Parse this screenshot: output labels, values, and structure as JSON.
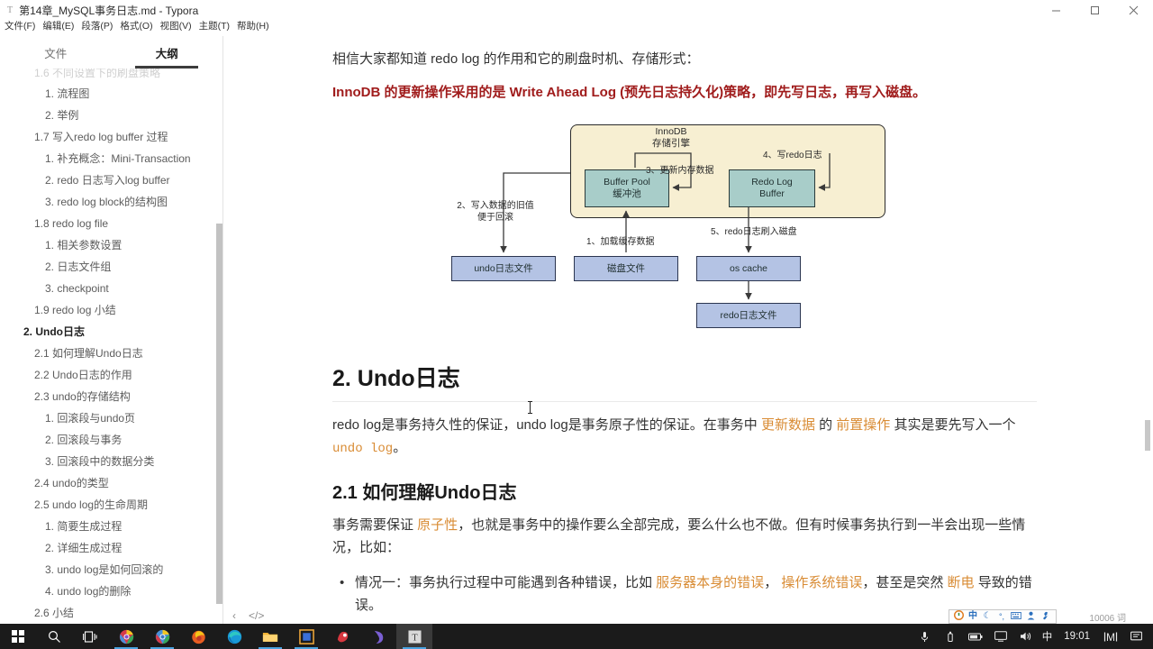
{
  "window": {
    "app_icon": "typora-logo-icon",
    "title": "第14章_MySQL事务日志.md - Typora",
    "minimize": "minimize-icon",
    "maximize": "maximize-icon",
    "close": "close-icon"
  },
  "menubar": {
    "items": [
      {
        "label": "文件(F)"
      },
      {
        "label": "编辑(E)"
      },
      {
        "label": "段落(P)"
      },
      {
        "label": "格式(O)"
      },
      {
        "label": "视图(V)"
      },
      {
        "label": "主题(T)"
      },
      {
        "label": "帮助(H)"
      }
    ]
  },
  "sidebar": {
    "tabs": [
      {
        "label": "文件",
        "active": false
      },
      {
        "label": "大纲",
        "active": true
      }
    ],
    "outline": [
      {
        "label": "1.6 不同设置下的刷盘策略",
        "level": 1,
        "bold": false,
        "clipped": true
      },
      {
        "label": "1. 流程图",
        "level": 2,
        "bold": false
      },
      {
        "label": "2. 举例",
        "level": 2,
        "bold": false
      },
      {
        "label": "1.7 写入redo log buffer 过程",
        "level": 1,
        "bold": false
      },
      {
        "label": "1. 补充概念：Mini-Transaction",
        "level": 2,
        "bold": false
      },
      {
        "label": "2. redo 日志写入log buffer",
        "level": 2,
        "bold": false
      },
      {
        "label": "3. redo log block的结构图",
        "level": 2,
        "bold": false
      },
      {
        "label": "1.8 redo log file",
        "level": 1,
        "bold": false
      },
      {
        "label": "1. 相关参数设置",
        "level": 2,
        "bold": false
      },
      {
        "label": "2. 日志文件组",
        "level": 2,
        "bold": false
      },
      {
        "label": "3. checkpoint",
        "level": 2,
        "bold": false
      },
      {
        "label": "1.9 redo log 小结",
        "level": 1,
        "bold": false
      },
      {
        "label": "2. Undo日志",
        "level": 1,
        "bold": true
      },
      {
        "label": "2.1 如何理解Undo日志",
        "level": 1,
        "bold": false
      },
      {
        "label": "2.2 Undo日志的作用",
        "level": 1,
        "bold": false
      },
      {
        "label": "2.3 undo的存储结构",
        "level": 1,
        "bold": false
      },
      {
        "label": "1. 回滚段与undo页",
        "level": 2,
        "bold": false
      },
      {
        "label": "2. 回滚段与事务",
        "level": 2,
        "bold": false
      },
      {
        "label": "3. 回滚段中的数据分类",
        "level": 2,
        "bold": false
      },
      {
        "label": "2.4 undo的类型",
        "level": 1,
        "bold": false
      },
      {
        "label": "2.5 undo log的生命周期",
        "level": 1,
        "bold": false
      },
      {
        "label": "1. 简要生成过程",
        "level": 2,
        "bold": false
      },
      {
        "label": "2. 详细生成过程",
        "level": 2,
        "bold": false
      },
      {
        "label": "3. undo log是如何回滚的",
        "level": 2,
        "bold": false
      },
      {
        "label": "4. undo log的删除",
        "level": 2,
        "bold": false
      },
      {
        "label": "2.6 小结",
        "level": 1,
        "bold": false
      }
    ]
  },
  "document": {
    "intro_paragraph": "相信大家都知道 redo log 的作用和它的刷盘时机、存储形式：",
    "wal_statement": {
      "red_part_1": "InnoDB 的更新操作采用的是 Write Ahead Log (预先日志持久化)",
      "black_part": "策略，即先写日志，再写入磁盘。"
    },
    "diagram": {
      "engine_title_line1": "InnoDB",
      "engine_title_line2": "存储引擎",
      "buffer_pool_line1": "Buffer Pool",
      "buffer_pool_line2": "缓冲池",
      "redo_log_buffer_line1": "Redo Log",
      "redo_log_buffer_line2": "Buffer",
      "undo_file": "undo日志文件",
      "disk_file": "磁盘文件",
      "os_cache": "os cache",
      "redo_file": "redo日志文件",
      "label_1": "1、加载缓存数据",
      "label_2_line1": "2、写入数据的旧值",
      "label_2_line2": "便于回滚",
      "label_3": "3、更新内存数据",
      "label_4": "4、写redo日志",
      "label_5": "5、redo日志刷入磁盘",
      "color_engine_bg": "#f7efd2",
      "color_engine_border": "#cfc08a",
      "color_teal_box": "#a8cdc9",
      "color_blue_box": "#b4c3e4"
    },
    "heading_undo": "2. Undo日志",
    "paragraph_redo_undo": {
      "seg1": "redo log是事务持久性的保证，undo log是事务原子性的保证。在事务中 ",
      "hl1": "更新数据",
      "seg2": " 的 ",
      "hl2": "前置操作",
      "seg3": " 其实是要先写入一个 ",
      "code": "undo log",
      "seg4": "。"
    },
    "heading_understand_undo": "2.1 如何理解Undo日志",
    "paragraph_atomicity": {
      "seg1": "事务需要保证 ",
      "hl1": "原子性",
      "seg2": "，也就是事务中的操作要么全部完成，要么什么也不做。但有时候事务执行到一半会出现一些情况，比如："
    },
    "bullets": [
      {
        "seg1": "情况一：事务执行过程中可能遇到各种错误，比如 ",
        "hl1": "服务器本身的错误",
        "seg2": "， ",
        "hl2": "操作系统错误",
        "seg3": "，甚至是突然 ",
        "hl3": "断电",
        "seg4": " 导致的错误。"
      }
    ],
    "highlight_color": "#d98c35",
    "accent_red": "#c0392b"
  },
  "footer": {
    "collapse_sidebar_icon": "chevron-left-icon",
    "source_mode_icon": "code-brackets-icon",
    "word_count": "10006 词"
  },
  "ime_toolbar": {
    "icons": [
      "sogou-logo-icon",
      "chinese-mode-icon",
      "crescent-moon-icon",
      "half-width-icon",
      "soft-keyboard-icon",
      "user-icon",
      "tools-wrench-icon"
    ],
    "chinese_mode_label": "中"
  },
  "taskbar": {
    "start_icon": "windows-start-icon",
    "search_icon": "search-icon",
    "task_view_icon": "task-view-icon",
    "apps": [
      {
        "name": "chrome-canary-icon",
        "open": true,
        "active": false
      },
      {
        "name": "chrome-icon",
        "open": true,
        "active": false
      },
      {
        "name": "firefox-icon",
        "open": false,
        "active": false
      },
      {
        "name": "edge-icon",
        "open": false,
        "active": false
      },
      {
        "name": "file-explorer-icon",
        "open": true,
        "active": false
      },
      {
        "name": "app-window-icon",
        "open": true,
        "active": false
      },
      {
        "name": "wps-icon",
        "open": false,
        "active": false
      },
      {
        "name": "purple-app-icon",
        "open": false,
        "active": false
      },
      {
        "name": "typora-icon",
        "open": true,
        "active": true
      }
    ],
    "tray": {
      "mic_icon": "microphone-icon",
      "usb_icon": "usb-icon",
      "battery_icon": "battery-icon",
      "display_icon": "display-icon",
      "volume_icon": "volume-icon",
      "ime_label": "中",
      "clock": "19:01",
      "mi_icon": "mi-icon",
      "notification_icon": "notification-icon"
    }
  }
}
